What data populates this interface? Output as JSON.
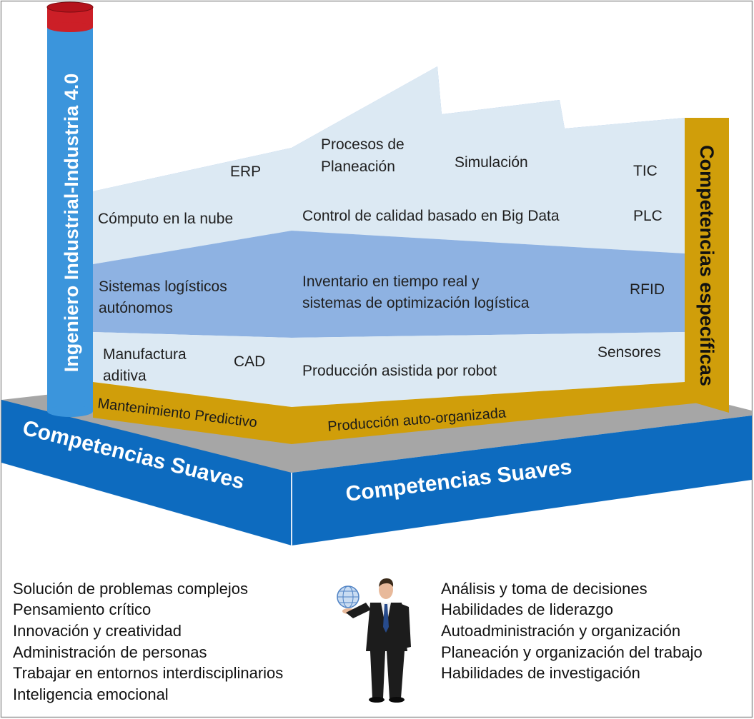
{
  "colors": {
    "roof": "#8aaee0",
    "wall_light": "#dce9f3",
    "band_mid": "#8eb2e2",
    "gold": "#d09e0a",
    "blue": "#0d6bbf",
    "pillar": "#3b95dc",
    "pillar_cap": "#cc1f27",
    "gray": "#a6a6a6"
  },
  "pillar": {
    "title": "Ingeniero Industrial-Industria 4.0"
  },
  "right_band": {
    "title": "Competencias específicas"
  },
  "floor_band": {
    "left_label": "Mantenimiento Predictivo",
    "right_label": "Producción auto-organizada"
  },
  "base": {
    "left_title": "Competencias Suaves",
    "right_title": "Competencias Suaves"
  },
  "factory": {
    "top_left": {
      "erp": "ERP",
      "cloud": "Cómputo en la nube"
    },
    "top_right": {
      "planning_line1": "Procesos de",
      "planning_line2": "Planeación",
      "simulation": "Simulación",
      "tic": "TIC",
      "quality": "Control de calidad basado en Big Data",
      "plc": "PLC"
    },
    "middle_left": {
      "line1": "Sistemas logísticos",
      "line2": "autónomos"
    },
    "middle_right": {
      "line1": "Inventario en tiempo real y",
      "line2": "sistemas de optimización  logística",
      "rfid": "RFID"
    },
    "bottom_left": {
      "mfg_line1": "Manufactura",
      "mfg_line2": "aditiva",
      "cad": "CAD"
    },
    "bottom_right": {
      "robot": "Producción asistida por robot",
      "sensors": "Sensores"
    }
  },
  "soft_skills": {
    "left": [
      "Solución de problemas  complejos",
      "Pensamiento  crítico",
      "Innovación  y creatividad",
      "Administración  de personas",
      "Trabajar en entornos  interdisciplinarios",
      "Inteligencia emocional"
    ],
    "right": [
      "Análisis y toma de decisiones",
      "Habilidades de liderazgo",
      "Autoadministración  y  organización",
      "Planeación  y organización  del trabajo",
      "Habilidades de investigación"
    ]
  }
}
